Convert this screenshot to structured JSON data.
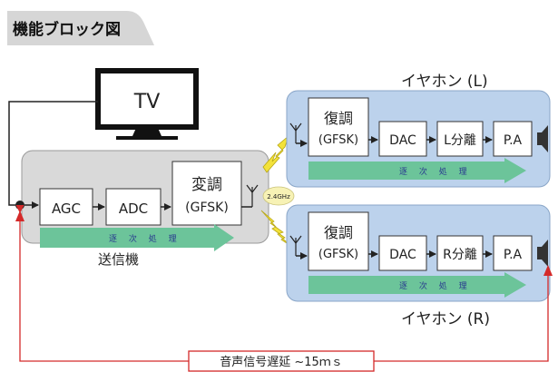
{
  "title": "機能ブロック図",
  "tv_label": "TV",
  "transmitter": {
    "label": "送信機",
    "agc": "AGC",
    "adc": "ADC",
    "mod_line1": "変調",
    "mod_line2": "(GFSK)",
    "freq": "2.4GHz",
    "sequential": "逐 次 処 理"
  },
  "earphone_l": {
    "label": "イヤホン (L)",
    "demod_line1": "復調",
    "demod_line2": "(GFSK)",
    "dac": "DAC",
    "split": "L分離",
    "pa": "P.A",
    "sequential": "逐 次 処 理"
  },
  "earphone_r": {
    "label": "イヤホン (R)",
    "demod_line1": "復調",
    "demod_line2": "(GFSK)",
    "dac": "DAC",
    "split": "R分離",
    "pa": "P.A",
    "sequential": "逐 次 処 理"
  },
  "delay_label": "音声信号遅延 ~15ｍｓ",
  "colors": {
    "tx_panel": "#d9d9d9",
    "rx_panel": "#bcd2ec",
    "arrow_green": "#6cc49a",
    "delay_red": "#d42a2a",
    "lightning": "#f3e23a"
  }
}
